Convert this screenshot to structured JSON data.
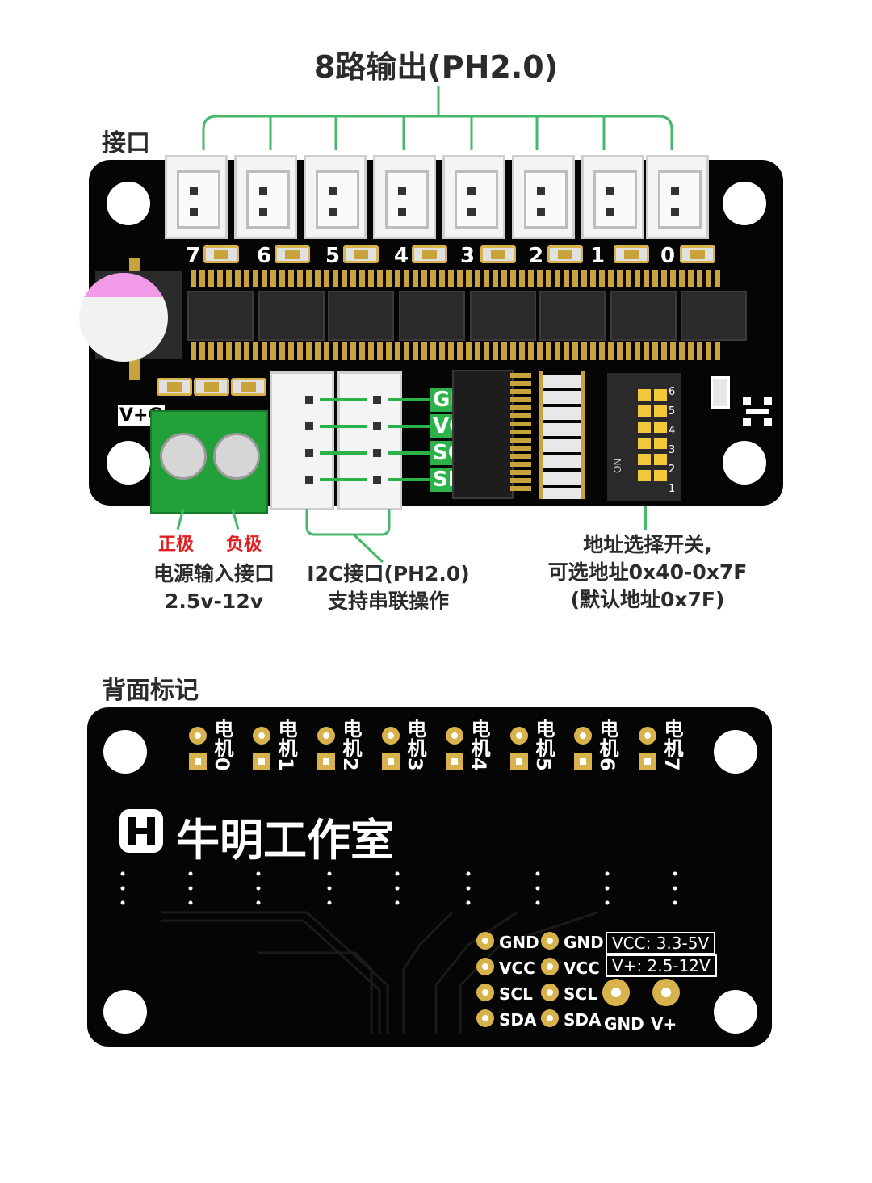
{
  "title": "8路输出(PH2.0)",
  "interface_label": "接口",
  "channel_numbers": [
    "7",
    "6",
    "5",
    "4",
    "3",
    "2",
    "1",
    "0"
  ],
  "power_header": "V+G",
  "i2c_signals": [
    "GND",
    "VCC",
    "SCL",
    "SDA"
  ],
  "terminal_labels": {
    "positive": "正极",
    "negative": "负极"
  },
  "power_input": {
    "line1": "电源输入接口",
    "line2": "2.5v-12v"
  },
  "i2c_port": {
    "line1": "I2C接口(PH2.0)",
    "line2": "支持串联操作"
  },
  "address_switch": {
    "line1": "地址选择开关,",
    "line2": "可选地址0x40-0x7F",
    "line3": "(默认地址0x7F)"
  },
  "dip": {
    "on_label": "ON",
    "numbers": [
      "1",
      "2",
      "3",
      "4",
      "5",
      "6"
    ]
  },
  "back_title": "背面标记",
  "motor_labels": [
    "电机0",
    "电机1",
    "电机2",
    "电机3",
    "电机4",
    "电机5",
    "电机6",
    "电机7"
  ],
  "brand": "牛明工作室",
  "back_pins_left": [
    "GND",
    "VCC",
    "SCL",
    "SDA"
  ],
  "back_pins_right": [
    "GND",
    "VCC",
    "SCL",
    "SDA"
  ],
  "vcc_spec": "VCC: 3.3-5V",
  "vplus_spec": "V+: 2.5-12V",
  "power_pins": [
    "GND",
    "V+"
  ],
  "colors": {
    "board": "#050505",
    "accent_green": "#2bb34a",
    "gold": "#d8b24a",
    "red_label": "#e02020"
  }
}
